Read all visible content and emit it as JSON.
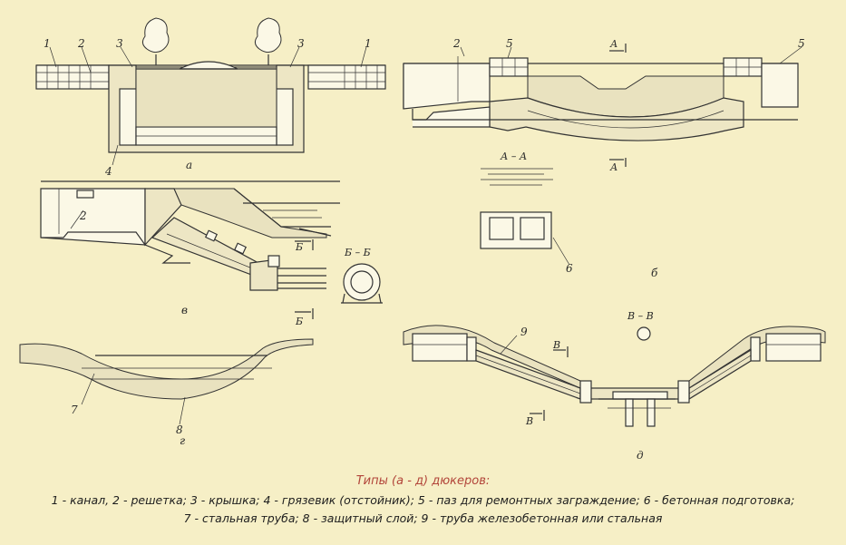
{
  "diagram": {
    "panel_letters": {
      "a": "а",
      "b": "б",
      "v": "в",
      "g": "г",
      "d": "д"
    },
    "numbers": {
      "n1": "1",
      "n2": "2",
      "n3": "3",
      "n4": "4",
      "n5": "5",
      "n6": "6",
      "n7": "7",
      "n8": "8",
      "n9": "9"
    },
    "sections": {
      "aa_mark": "А",
      "aa_title": "А – А",
      "bb_mark": "Б",
      "bb_title": "Б – Б",
      "vv_mark": "В",
      "vv_title": "В – В"
    }
  },
  "caption": {
    "title": "Типы (а - д) дюкеров:",
    "line1": "1 - канал, 2 - решетка; 3 - крышка; 4 - грязевик (отстойник); 5 - паз для ремонтных заграждение; 6 - бетонная подготовка;",
    "line2": "7 - стальная труба; 8 - защитный слой; 9 - труба железобетонная или стальная"
  }
}
